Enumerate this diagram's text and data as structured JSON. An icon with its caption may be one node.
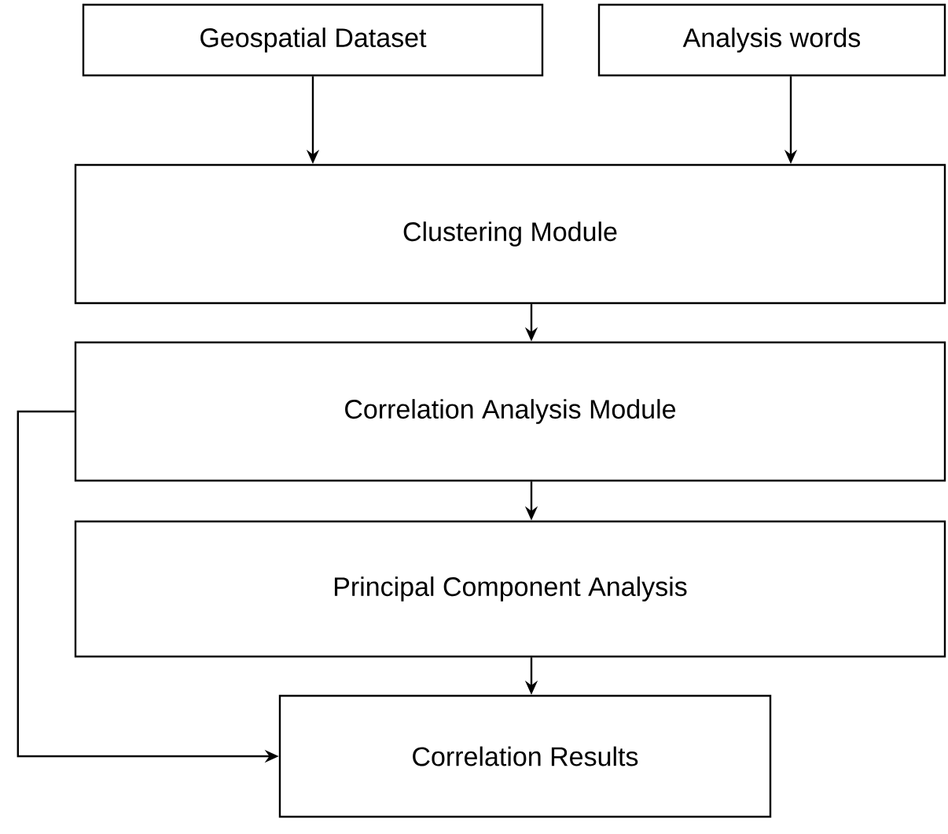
{
  "diagram": {
    "nodes": [
      {
        "text": [
          "Geospatial Dataset"
        ]
      },
      {
        "text": [
          "Analysis words"
        ]
      },
      {
        "text": [
          "Clustering Module"
        ]
      },
      {
        "text": [
          "Correlation Analysis Module"
        ]
      },
      {
        "text": [
          "Principal Component Analysis"
        ]
      },
      {
        "text": [
          "Correlation Results"
        ]
      }
    ],
    "edges": [
      {
        "from": 0,
        "to": 2,
        "arrow": "to"
      },
      {
        "from": 1,
        "to": 2,
        "arrow": "to"
      },
      {
        "from": 2,
        "to": 3,
        "arrow": "to"
      },
      {
        "from": 3,
        "to": 4,
        "arrow": "to"
      },
      {
        "from": 4,
        "to": 5,
        "arrow": "to"
      },
      {
        "from": 3,
        "to": 5,
        "arrow": "to"
      }
    ]
  }
}
